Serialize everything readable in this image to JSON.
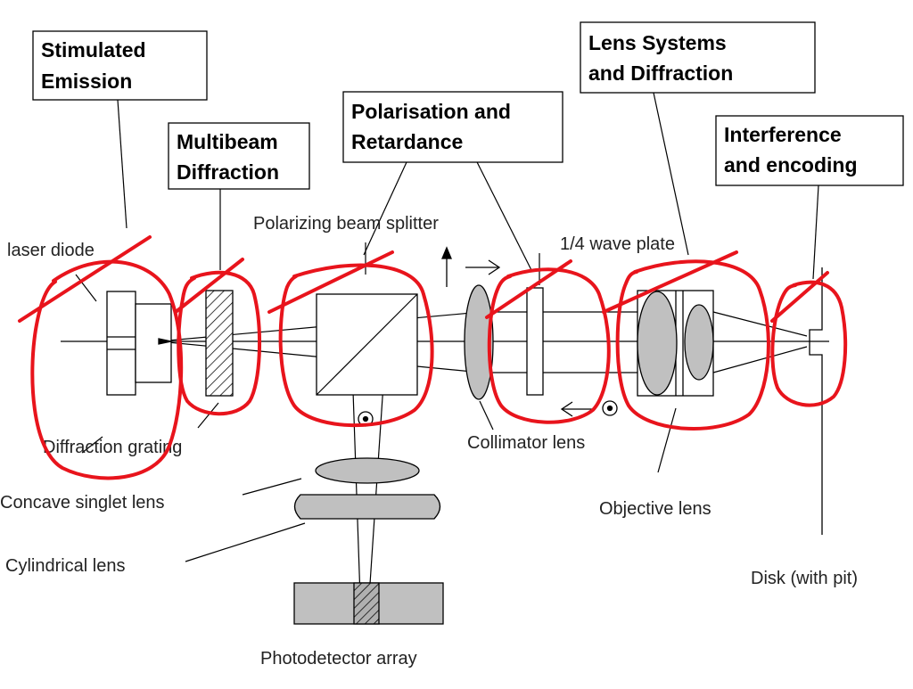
{
  "topics": {
    "stimulated_emission": [
      "Stimulated",
      "Emission"
    ],
    "multibeam_diffraction": [
      "Multibeam",
      "Diffraction"
    ],
    "polarisation": [
      "Polarisation and",
      "Retardance"
    ],
    "lens_systems": [
      "Lens Systems",
      "and Diffraction"
    ],
    "interference": [
      "Interference",
      "and encoding"
    ]
  },
  "components": {
    "laser_diode": "laser diode",
    "diffraction_grating": "Diffraction grating",
    "polarizing_beam_splitter": "Polarizing beam splitter",
    "quarter_wave_plate": "1/4 wave plate",
    "collimator_lens": "Collimator lens",
    "concave_singlet_lens": "Concave singlet lens",
    "cylindrical_lens": "Cylindrical lens",
    "objective_lens": "Objective lens",
    "disk": "Disk (with pit)",
    "photodetector_array": "Photodetector array"
  },
  "colors": {
    "annotation": "#e8141c",
    "component_fill": "#c0c0c0",
    "line": "#000000"
  }
}
